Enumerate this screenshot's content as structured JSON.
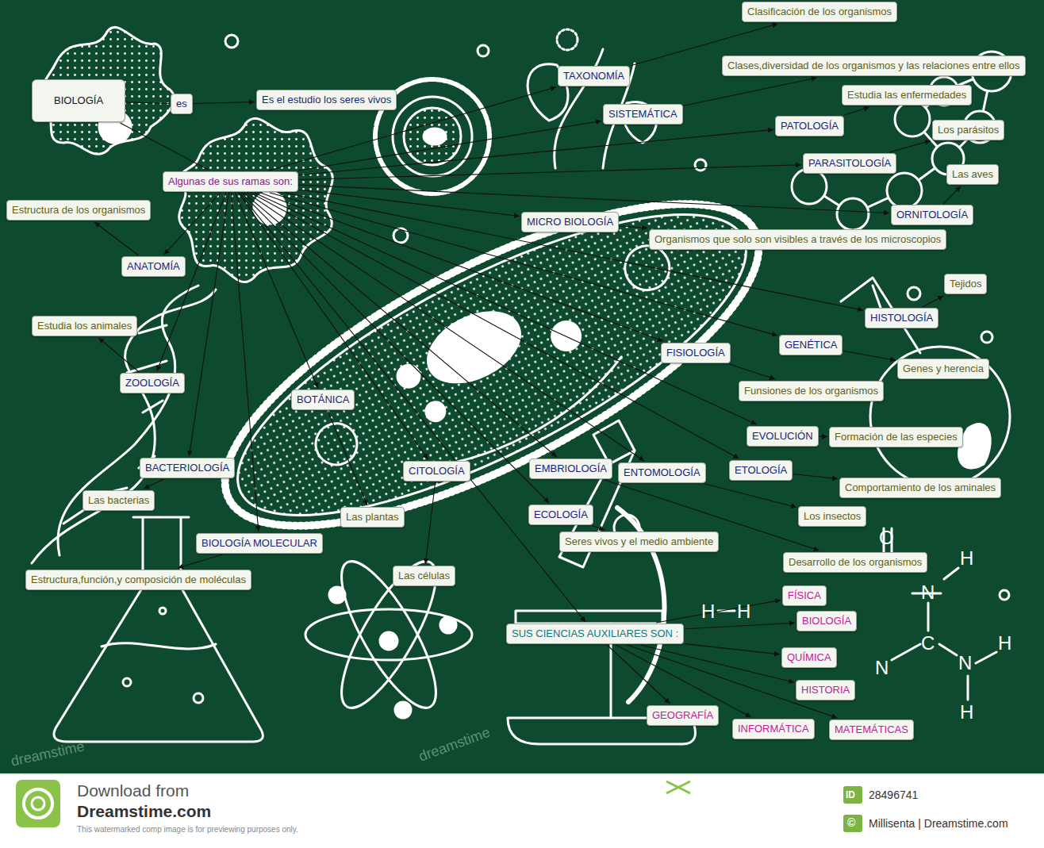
{
  "diagram": {
    "nodes": [
      {
        "text": [
          "BIOLOGÍA"
        ]
      },
      {
        "text": [
          "es"
        ]
      },
      {
        "text": [
          "Es el estudio los seres vivos"
        ]
      },
      {
        "text": [
          "Algunas de sus ramas son:"
        ]
      },
      {
        "text": [
          "TAXONOMÍA"
        ]
      },
      {
        "text": [
          "Clasificación de los organismos"
        ]
      },
      {
        "text": [
          "SISTEMÁTICA"
        ]
      },
      {
        "text": [
          "Clases,diversidad de los organismos y las relaciones entre ellos"
        ]
      },
      {
        "text": [
          "PATOLOGÍA"
        ]
      },
      {
        "text": [
          "Estudia las enfermedades"
        ]
      },
      {
        "text": [
          "PARASITOLOGÍA"
        ]
      },
      {
        "text": [
          "Los parásitos"
        ]
      },
      {
        "text": [
          "ORNITOLOGÍA"
        ]
      },
      {
        "text": [
          "Las aves"
        ]
      },
      {
        "text": [
          "MICRO BIOLOGÍA"
        ]
      },
      {
        "text": [
          "Organismos que solo son visibles a través de los microscopios"
        ]
      },
      {
        "text": [
          "HISTOLOGÍA"
        ]
      },
      {
        "text": [
          "Tejidos"
        ]
      },
      {
        "text": [
          "GENÉTICA"
        ]
      },
      {
        "text": [
          "Genes y herencia"
        ]
      },
      {
        "text": [
          "FISIOLOGÍA"
        ]
      },
      {
        "text": [
          "Funsiones de los organismos"
        ]
      },
      {
        "text": [
          "EVOLUCIÓN"
        ]
      },
      {
        "text": [
          "Formación de las especies"
        ]
      },
      {
        "text": [
          "ETOLOGÍA"
        ]
      },
      {
        "text": [
          "Comportamiento de los aminales"
        ]
      },
      {
        "text": [
          "ENTOMOLOGÍA"
        ]
      },
      {
        "text": [
          "Los insectos"
        ]
      },
      {
        "text": [
          "EMBRIOLOGÍA"
        ]
      },
      {
        "text": [
          "Desarrollo de los organismos"
        ]
      },
      {
        "text": [
          "ECOLOGÍA"
        ]
      },
      {
        "text": [
          "Seres vivos y el medio ambiente"
        ]
      },
      {
        "text": [
          "CITOLOGÍA"
        ]
      },
      {
        "text": [
          "Las células"
        ]
      },
      {
        "text": [
          "BOTÁNICA"
        ]
      },
      {
        "text": [
          "Las plantas"
        ]
      },
      {
        "text": [
          "BIOLOGÍA MOLECULAR"
        ]
      },
      {
        "text": [
          "Estructura,función,y composición de moléculas"
        ]
      },
      {
        "text": [
          "BACTERIOLOGÍA"
        ]
      },
      {
        "text": [
          "Las bacterias"
        ]
      },
      {
        "text": [
          "ZOOLOGÍA"
        ]
      },
      {
        "text": [
          "Estudia los animales"
        ]
      },
      {
        "text": [
          "ANATOMÍA"
        ]
      },
      {
        "text": [
          "Estructura de los organismos"
        ]
      },
      {
        "text": [
          "SUS CIENCIAS AUXILIARES SON :"
        ]
      },
      {
        "text": [
          "FÍSICA"
        ]
      },
      {
        "text": [
          "BIOLOGÍA"
        ]
      },
      {
        "text": [
          "QUÍMICA"
        ]
      },
      {
        "text": [
          "HISTORIA"
        ]
      },
      {
        "text": [
          "MATEMÁTICAS"
        ]
      },
      {
        "text": [
          "INFORMÁTICA"
        ]
      },
      {
        "text": [
          "GEOGRAFÍA"
        ]
      }
    ],
    "edges": [
      {
        "from": 0,
        "to": 1,
        "arrow": "none"
      },
      {
        "from": 1,
        "to": 2,
        "arrow": "to"
      },
      {
        "from": 0,
        "to": 3,
        "arrow": "none"
      },
      {
        "from": 3,
        "to": 4,
        "arrow": "to"
      },
      {
        "from": 3,
        "to": 6,
        "arrow": "to"
      },
      {
        "from": 3,
        "to": 8,
        "arrow": "to"
      },
      {
        "from": 3,
        "to": 10,
        "arrow": "to"
      },
      {
        "from": 3,
        "to": 12,
        "arrow": "to"
      },
      {
        "from": 3,
        "to": 14,
        "arrow": "to"
      },
      {
        "from": 3,
        "to": 16,
        "arrow": "to"
      },
      {
        "from": 3,
        "to": 18,
        "arrow": "to"
      },
      {
        "from": 3,
        "to": 20,
        "arrow": "to"
      },
      {
        "from": 3,
        "to": 22,
        "arrow": "to"
      },
      {
        "from": 3,
        "to": 24,
        "arrow": "to"
      },
      {
        "from": 3,
        "to": 26,
        "arrow": "to"
      },
      {
        "from": 3,
        "to": 28,
        "arrow": "to"
      },
      {
        "from": 3,
        "to": 30,
        "arrow": "to"
      },
      {
        "from": 3,
        "to": 32,
        "arrow": "to"
      },
      {
        "from": 3,
        "to": 34,
        "arrow": "to"
      },
      {
        "from": 3,
        "to": 36,
        "arrow": "to"
      },
      {
        "from": 3,
        "to": 38,
        "arrow": "to"
      },
      {
        "from": 3,
        "to": 40,
        "arrow": "to"
      },
      {
        "from": 3,
        "to": 42,
        "arrow": "to"
      },
      {
        "from": 3,
        "to": 44,
        "arrow": "to"
      },
      {
        "from": 4,
        "to": 5,
        "arrow": "to"
      },
      {
        "from": 6,
        "to": 7,
        "arrow": "to"
      },
      {
        "from": 8,
        "to": 9,
        "arrow": "to"
      },
      {
        "from": 10,
        "to": 11,
        "arrow": "to"
      },
      {
        "from": 12,
        "to": 13,
        "arrow": "to"
      },
      {
        "from": 14,
        "to": 15,
        "arrow": "to"
      },
      {
        "from": 16,
        "to": 17,
        "arrow": "to"
      },
      {
        "from": 18,
        "to": 19,
        "arrow": "to"
      },
      {
        "from": 20,
        "to": 21,
        "arrow": "to"
      },
      {
        "from": 22,
        "to": 23,
        "arrow": "to"
      },
      {
        "from": 24,
        "to": 25,
        "arrow": "to"
      },
      {
        "from": 26,
        "to": 27,
        "arrow": "to"
      },
      {
        "from": 28,
        "to": 29,
        "arrow": "to"
      },
      {
        "from": 30,
        "to": 31,
        "arrow": "to"
      },
      {
        "from": 32,
        "to": 33,
        "arrow": "to"
      },
      {
        "from": 34,
        "to": 35,
        "arrow": "to"
      },
      {
        "from": 36,
        "to": 37,
        "arrow": "to"
      },
      {
        "from": 38,
        "to": 39,
        "arrow": "to"
      },
      {
        "from": 40,
        "to": 41,
        "arrow": "to"
      },
      {
        "from": 42,
        "to": 43,
        "arrow": "to"
      },
      {
        "from": 44,
        "to": 45,
        "arrow": "to"
      },
      {
        "from": 44,
        "to": 46,
        "arrow": "to"
      },
      {
        "from": 44,
        "to": 47,
        "arrow": "to"
      },
      {
        "from": 44,
        "to": 48,
        "arrow": "to"
      },
      {
        "from": 44,
        "to": 49,
        "arrow": "to"
      },
      {
        "from": 44,
        "to": 50,
        "arrow": "to"
      },
      {
        "from": 44,
        "to": 51,
        "arrow": "to"
      }
    ],
    "labels": [
      "dreamstime",
      "dreamstime",
      "Download from",
      "Dreamstime.com",
      "This watermarked comp image is for previewing purposes only.",
      "ID",
      "28496741",
      "©",
      "Millisenta | Dreamstime.com",
      "O",
      "N",
      "H",
      "C",
      "N",
      "N",
      "H",
      "H",
      "H",
      "H"
    ]
  }
}
